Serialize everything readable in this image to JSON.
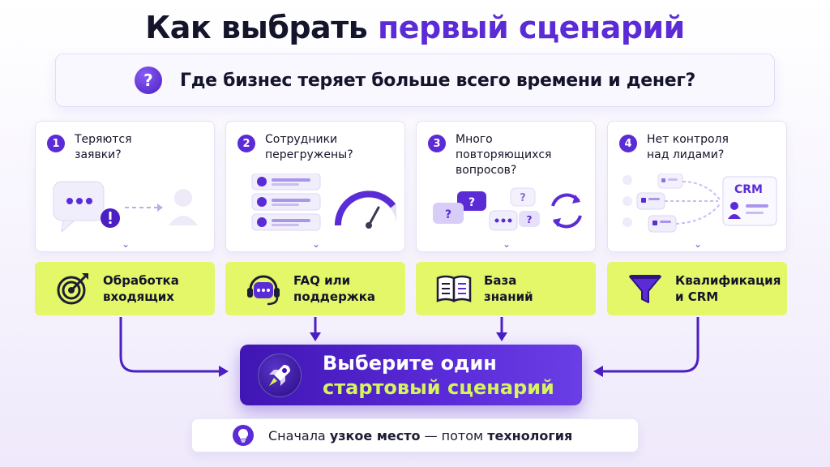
{
  "title": {
    "main": "Как выбрать",
    "accent": "первый сценарий"
  },
  "question": {
    "badge": "?",
    "text": "Где бизнес теряет больше всего времени и денег?"
  },
  "cards": [
    {
      "num": "1",
      "line1": "Теряются",
      "line2": "заявки?",
      "line3": ""
    },
    {
      "num": "2",
      "line1": "Сотрудники",
      "line2": "перегружены?",
      "line3": ""
    },
    {
      "num": "3",
      "line1": "Много",
      "line2": "повторяющихся",
      "line3": "вопросов?"
    },
    {
      "num": "4",
      "line1": "Нет контроля",
      "line2": "над лидами?",
      "line3": ""
    }
  ],
  "illustrations": {
    "crm_label": "CRM"
  },
  "scenarios": [
    {
      "line1": "Обработка",
      "line2": "входящих",
      "icon": "target-icon"
    },
    {
      "line1": "FAQ или",
      "line2": "поддержка",
      "icon": "chat-headset-icon"
    },
    {
      "line1": "База",
      "line2": "знаний",
      "icon": "book-icon"
    },
    {
      "line1": "Квалификация",
      "line2": "и CRM",
      "icon": "funnel-icon"
    }
  ],
  "cta": {
    "line1": "Выберите один",
    "line2": "стартовый сценарий",
    "icon": "rocket-icon"
  },
  "footer": {
    "part1": "Сначала ",
    "bold1": "узкое место",
    "part2": " — потом ",
    "bold2": "технология",
    "icon": "lightbulb-icon"
  },
  "colors": {
    "accent": "#5b2bd6",
    "lime": "#e3f768",
    "cta_highlight": "#d6f55a"
  }
}
